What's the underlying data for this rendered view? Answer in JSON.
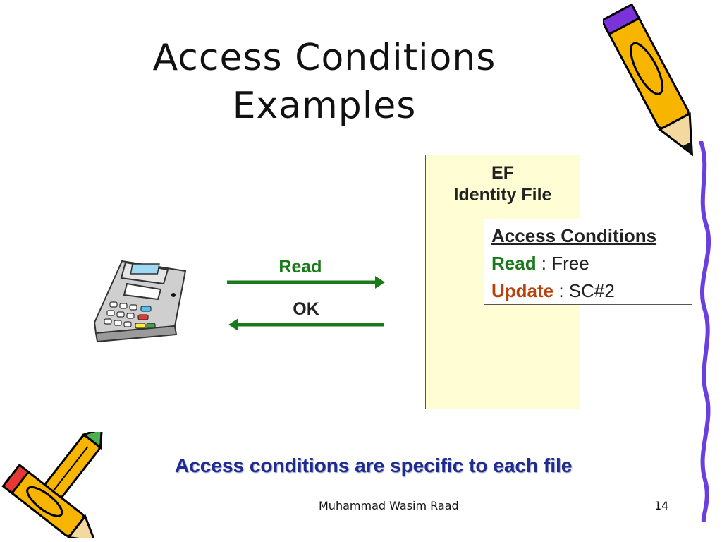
{
  "slide": {
    "title_line1": "Access Conditions",
    "title_line2": "Examples",
    "caption": "Access conditions are specific to each file",
    "footer_author": "Muhammad Wasim Raad",
    "page_number": "14"
  },
  "file_box": {
    "line1": "EF",
    "line2": "Identity File"
  },
  "access_conditions": {
    "heading": "Access Conditions",
    "read_label": "Read",
    "read_value": " : Free",
    "update_label": "Update",
    "update_value": " : SC#2"
  },
  "arrows": {
    "request_label": "Read",
    "response_label": "OK"
  },
  "colors": {
    "read_green": "#1a7a1a",
    "update_orange": "#b5420c",
    "caption_blue": "#1f2c8f",
    "file_fill": "#fefdd4"
  },
  "icons": [
    "card-terminal-icon",
    "pencil-icon"
  ]
}
